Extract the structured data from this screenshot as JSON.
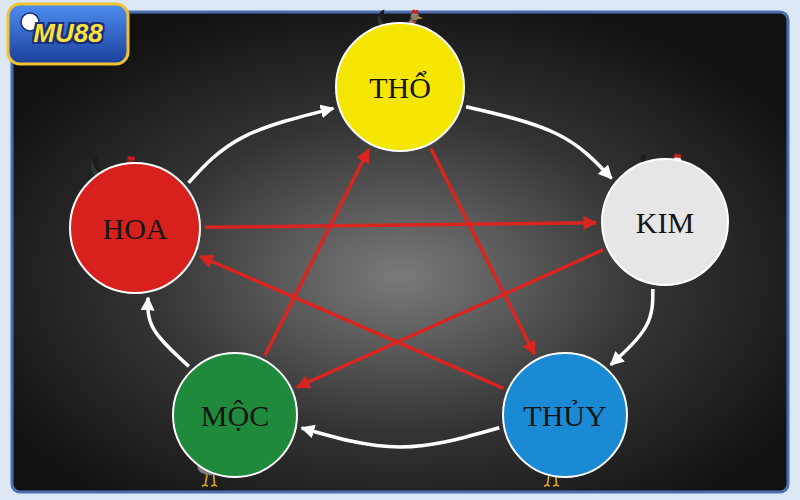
{
  "diagram": {
    "nodes": [
      {
        "text": [
          "THỔ"
        ]
      },
      {
        "text": [
          "HOA"
        ]
      },
      {
        "text": [
          "KIM"
        ]
      },
      {
        "text": [
          "MỘC"
        ]
      },
      {
        "text": [
          "THỦY"
        ]
      }
    ],
    "edges": [
      {
        "from": 0,
        "to": 2,
        "arrow": "to"
      },
      {
        "from": 2,
        "to": 4,
        "arrow": "to"
      },
      {
        "from": 4,
        "to": 3,
        "arrow": "to"
      },
      {
        "from": 3,
        "to": 1,
        "arrow": "to"
      },
      {
        "from": 1,
        "to": 0,
        "arrow": "to"
      },
      {
        "from": 0,
        "to": 4,
        "arrow": "to"
      },
      {
        "from": 4,
        "to": 1,
        "arrow": "to"
      },
      {
        "from": 1,
        "to": 2,
        "arrow": "to"
      },
      {
        "from": 2,
        "to": 3,
        "arrow": "to"
      },
      {
        "from": 3,
        "to": 0,
        "arrow": "to"
      }
    ],
    "labels": [
      "MU88"
    ]
  }
}
